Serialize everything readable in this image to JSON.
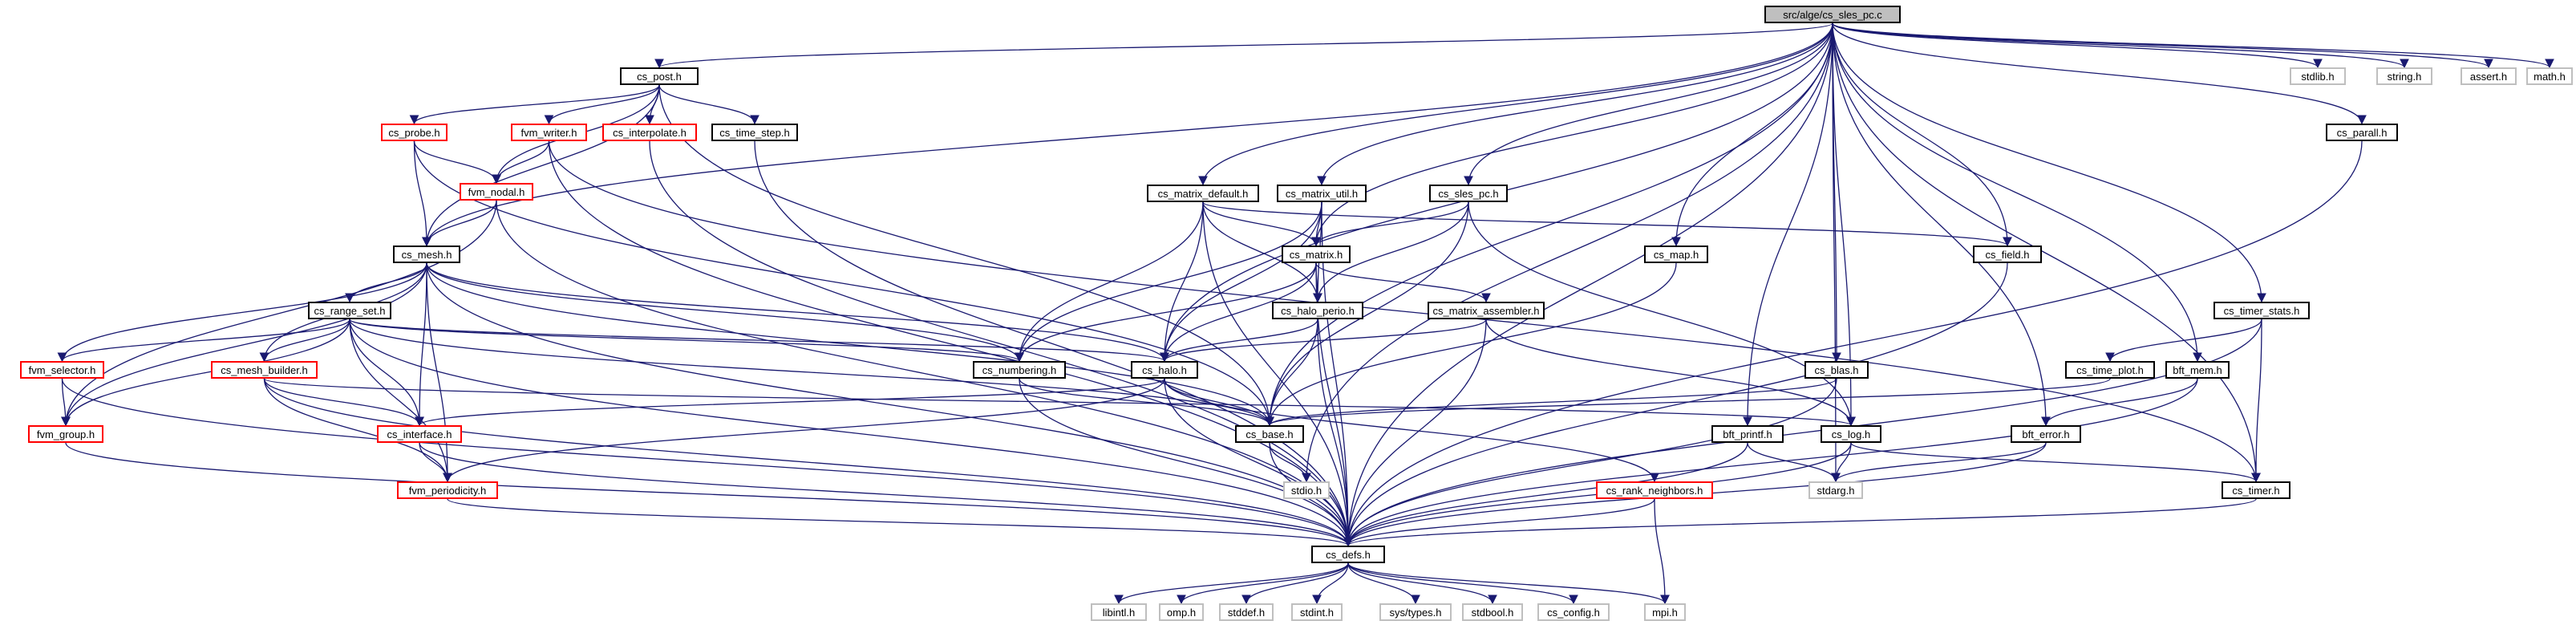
{
  "graph": {
    "root": "src/alge/cs_sles_pc.c",
    "edge_color": "#191970",
    "nodes": [
      {
        "id": "root",
        "label": "src/alge/cs_sles_pc.c",
        "style": "root"
      },
      {
        "id": "cs_post",
        "label": "cs_post.h",
        "style": "normal"
      },
      {
        "id": "cs_probe",
        "label": "cs_probe.h",
        "style": "red"
      },
      {
        "id": "fvm_writer",
        "label": "fvm_writer.h",
        "style": "red"
      },
      {
        "id": "cs_interpolate",
        "label": "cs_interpolate.h",
        "style": "red"
      },
      {
        "id": "cs_time_step",
        "label": "cs_time_step.h",
        "style": "normal"
      },
      {
        "id": "fvm_nodal",
        "label": "fvm_nodal.h",
        "style": "red"
      },
      {
        "id": "cs_mesh",
        "label": "cs_mesh.h",
        "style": "normal"
      },
      {
        "id": "cs_range_set",
        "label": "cs_range_set.h",
        "style": "normal"
      },
      {
        "id": "fvm_selector",
        "label": "fvm_selector.h",
        "style": "red"
      },
      {
        "id": "cs_mesh_builder",
        "label": "cs_mesh_builder.h",
        "style": "red"
      },
      {
        "id": "fvm_group",
        "label": "fvm_group.h",
        "style": "red"
      },
      {
        "id": "cs_interface",
        "label": "cs_interface.h",
        "style": "red"
      },
      {
        "id": "fvm_periodicity",
        "label": "fvm_periodicity.h",
        "style": "red"
      },
      {
        "id": "cs_numbering",
        "label": "cs_numbering.h",
        "style": "normal"
      },
      {
        "id": "cs_halo",
        "label": "cs_halo.h",
        "style": "normal"
      },
      {
        "id": "cs_base",
        "label": "cs_base.h",
        "style": "normal"
      },
      {
        "id": "cs_matrix_default",
        "label": "cs_matrix_default.h",
        "style": "normal"
      },
      {
        "id": "cs_matrix_util",
        "label": "cs_matrix_util.h",
        "style": "normal"
      },
      {
        "id": "cs_sles_pc_h",
        "label": "cs_sles_pc.h",
        "style": "normal"
      },
      {
        "id": "cs_matrix",
        "label": "cs_matrix.h",
        "style": "normal"
      },
      {
        "id": "cs_halo_perio",
        "label": "cs_halo_perio.h",
        "style": "normal"
      },
      {
        "id": "cs_matrix_assembler",
        "label": "cs_matrix_assembler.h",
        "style": "normal"
      },
      {
        "id": "cs_map",
        "label": "cs_map.h",
        "style": "normal"
      },
      {
        "id": "cs_field",
        "label": "cs_field.h",
        "style": "normal"
      },
      {
        "id": "cs_blas",
        "label": "cs_blas.h",
        "style": "normal"
      },
      {
        "id": "bft_printf",
        "label": "bft_printf.h",
        "style": "normal"
      },
      {
        "id": "cs_log",
        "label": "cs_log.h",
        "style": "normal"
      },
      {
        "id": "cs_rank_neighbors",
        "label": "cs_rank_neighbors.h",
        "style": "red"
      },
      {
        "id": "cs_time_plot",
        "label": "cs_time_plot.h",
        "style": "normal"
      },
      {
        "id": "bft_mem",
        "label": "bft_mem.h",
        "style": "normal"
      },
      {
        "id": "bft_error",
        "label": "bft_error.h",
        "style": "normal"
      },
      {
        "id": "cs_timer_stats",
        "label": "cs_timer_stats.h",
        "style": "normal"
      },
      {
        "id": "cs_parall",
        "label": "cs_parall.h",
        "style": "normal"
      },
      {
        "id": "cs_timer",
        "label": "cs_timer.h",
        "style": "normal"
      },
      {
        "id": "stdio",
        "label": "stdio.h",
        "style": "sys"
      },
      {
        "id": "stdarg",
        "label": "stdarg.h",
        "style": "sys"
      },
      {
        "id": "cs_defs",
        "label": "cs_defs.h",
        "style": "normal"
      },
      {
        "id": "stdlib",
        "label": "stdlib.h",
        "style": "sys"
      },
      {
        "id": "string",
        "label": "string.h",
        "style": "sys"
      },
      {
        "id": "assert",
        "label": "assert.h",
        "style": "sys"
      },
      {
        "id": "math",
        "label": "math.h",
        "style": "sys"
      },
      {
        "id": "libintl",
        "label": "libintl.h",
        "style": "sys"
      },
      {
        "id": "omp",
        "label": "omp.h",
        "style": "sys"
      },
      {
        "id": "stddef",
        "label": "stddef.h",
        "style": "sys"
      },
      {
        "id": "stdint",
        "label": "stdint.h",
        "style": "sys"
      },
      {
        "id": "sys_types",
        "label": "sys/types.h",
        "style": "sys"
      },
      {
        "id": "stdbool",
        "label": "stdbool.h",
        "style": "sys"
      },
      {
        "id": "cs_config",
        "label": "cs_config.h",
        "style": "sys"
      },
      {
        "id": "mpi",
        "label": "mpi.h",
        "style": "sys"
      }
    ],
    "edges": [
      [
        "root",
        "cs_post"
      ],
      [
        "root",
        "cs_mesh"
      ],
      [
        "root",
        "cs_halo"
      ],
      [
        "root",
        "cs_base"
      ],
      [
        "root",
        "cs_defs"
      ],
      [
        "root",
        "cs_matrix_default"
      ],
      [
        "root",
        "cs_matrix_util"
      ],
      [
        "root",
        "cs_sles_pc_h"
      ],
      [
        "root",
        "cs_matrix"
      ],
      [
        "root",
        "cs_map"
      ],
      [
        "root",
        "stdio"
      ],
      [
        "root",
        "cs_blas"
      ],
      [
        "root",
        "bft_printf"
      ],
      [
        "root",
        "cs_log"
      ],
      [
        "root",
        "stdarg"
      ],
      [
        "root",
        "cs_field"
      ],
      [
        "root",
        "bft_error"
      ],
      [
        "root",
        "bft_mem"
      ],
      [
        "root",
        "cs_timer_stats"
      ],
      [
        "root",
        "cs_timer"
      ],
      [
        "root",
        "cs_parall"
      ],
      [
        "root",
        "stdlib"
      ],
      [
        "root",
        "string"
      ],
      [
        "root",
        "assert"
      ],
      [
        "root",
        "math"
      ],
      [
        "cs_post",
        "cs_probe"
      ],
      [
        "cs_post",
        "fvm_writer"
      ],
      [
        "cs_post",
        "cs_interpolate"
      ],
      [
        "cs_post",
        "cs_time_step"
      ],
      [
        "cs_post",
        "fvm_nodal"
      ],
      [
        "cs_post",
        "cs_mesh"
      ],
      [
        "cs_post",
        "cs_base"
      ],
      [
        "cs_probe",
        "fvm_nodal"
      ],
      [
        "cs_probe",
        "cs_mesh"
      ],
      [
        "cs_probe",
        "cs_base"
      ],
      [
        "fvm_writer",
        "fvm_nodal"
      ],
      [
        "fvm_writer",
        "cs_defs"
      ],
      [
        "fvm_writer",
        "cs_timer"
      ],
      [
        "cs_interpolate",
        "cs_defs"
      ],
      [
        "cs_time_step",
        "cs_defs"
      ],
      [
        "fvm_nodal",
        "cs_mesh"
      ],
      [
        "fvm_nodal",
        "fvm_group"
      ],
      [
        "fvm_nodal",
        "cs_defs"
      ],
      [
        "cs_mesh",
        "cs_range_set"
      ],
      [
        "cs_mesh",
        "fvm_selector"
      ],
      [
        "cs_mesh",
        "cs_mesh_builder"
      ],
      [
        "cs_mesh",
        "fvm_group"
      ],
      [
        "cs_mesh",
        "cs_interface"
      ],
      [
        "cs_mesh",
        "fvm_periodicity"
      ],
      [
        "cs_mesh",
        "cs_numbering"
      ],
      [
        "cs_mesh",
        "cs_halo"
      ],
      [
        "cs_mesh",
        "cs_base"
      ],
      [
        "cs_mesh",
        "cs_defs"
      ],
      [
        "cs_range_set",
        "fvm_selector"
      ],
      [
        "cs_range_set",
        "cs_mesh_builder"
      ],
      [
        "cs_range_set",
        "fvm_group"
      ],
      [
        "cs_range_set",
        "cs_interface"
      ],
      [
        "cs_range_set",
        "fvm_periodicity"
      ],
      [
        "cs_range_set",
        "cs_numbering"
      ],
      [
        "cs_range_set",
        "cs_halo"
      ],
      [
        "cs_range_set",
        "cs_base"
      ],
      [
        "cs_range_set",
        "cs_defs"
      ],
      [
        "fvm_selector",
        "fvm_group"
      ],
      [
        "fvm_selector",
        "cs_defs"
      ],
      [
        "cs_mesh_builder",
        "cs_interface"
      ],
      [
        "cs_mesh_builder",
        "fvm_periodicity"
      ],
      [
        "cs_mesh_builder",
        "cs_defs"
      ],
      [
        "cs_mesh_builder",
        "cs_log"
      ],
      [
        "fvm_group",
        "cs_defs"
      ],
      [
        "cs_interface",
        "fvm_periodicity"
      ],
      [
        "cs_interface",
        "cs_defs"
      ],
      [
        "fvm_periodicity",
        "cs_defs"
      ],
      [
        "cs_numbering",
        "cs_base"
      ],
      [
        "cs_numbering",
        "cs_defs"
      ],
      [
        "cs_halo",
        "cs_base"
      ],
      [
        "cs_halo",
        "cs_interface"
      ],
      [
        "cs_halo",
        "fvm_periodicity"
      ],
      [
        "cs_halo",
        "cs_rank_neighbors"
      ],
      [
        "cs_halo",
        "cs_defs"
      ],
      [
        "cs_base",
        "stdio"
      ],
      [
        "cs_base",
        "cs_defs"
      ],
      [
        "cs_matrix_default",
        "cs_matrix"
      ],
      [
        "cs_matrix_default",
        "cs_halo"
      ],
      [
        "cs_matrix_default",
        "cs_numbering"
      ],
      [
        "cs_matrix_default",
        "cs_halo_perio"
      ],
      [
        "cs_matrix_default",
        "cs_field"
      ],
      [
        "cs_matrix_default",
        "cs_defs"
      ],
      [
        "cs_matrix_util",
        "cs_matrix"
      ],
      [
        "cs_matrix_util",
        "cs_halo"
      ],
      [
        "cs_matrix_util",
        "cs_numbering"
      ],
      [
        "cs_matrix_util",
        "cs_halo_perio"
      ],
      [
        "cs_matrix_util",
        "cs_defs"
      ],
      [
        "cs_sles_pc_h",
        "cs_matrix"
      ],
      [
        "cs_sles_pc_h",
        "cs_halo_perio"
      ],
      [
        "cs_sles_pc_h",
        "cs_base"
      ],
      [
        "cs_sles_pc_h",
        "cs_log"
      ],
      [
        "cs_matrix",
        "cs_halo"
      ],
      [
        "cs_matrix",
        "cs_numbering"
      ],
      [
        "cs_matrix",
        "cs_halo_perio"
      ],
      [
        "cs_matrix",
        "cs_matrix_assembler"
      ],
      [
        "cs_matrix",
        "cs_defs"
      ],
      [
        "cs_halo_perio",
        "cs_halo"
      ],
      [
        "cs_halo_perio",
        "cs_base"
      ],
      [
        "cs_halo_perio",
        "cs_defs"
      ],
      [
        "cs_matrix_assembler",
        "cs_halo"
      ],
      [
        "cs_matrix_assembler",
        "cs_log"
      ],
      [
        "cs_matrix_assembler",
        "cs_defs"
      ],
      [
        "cs_map",
        "cs_base"
      ],
      [
        "cs_field",
        "cs_defs"
      ],
      [
        "cs_blas",
        "cs_base"
      ],
      [
        "cs_blas",
        "cs_defs"
      ],
      [
        "bft_printf",
        "stdarg"
      ],
      [
        "bft_printf",
        "cs_defs"
      ],
      [
        "cs_log",
        "stdarg"
      ],
      [
        "cs_log",
        "cs_timer"
      ],
      [
        "cs_log",
        "cs_defs"
      ],
      [
        "cs_rank_neighbors",
        "cs_defs"
      ],
      [
        "cs_rank_neighbors",
        "mpi"
      ],
      [
        "cs_time_plot",
        "cs_base"
      ],
      [
        "bft_mem",
        "bft_error"
      ],
      [
        "bft_mem",
        "cs_defs"
      ],
      [
        "bft_error",
        "stdarg"
      ],
      [
        "bft_error",
        "cs_defs"
      ],
      [
        "cs_timer_stats",
        "cs_time_plot"
      ],
      [
        "cs_timer_stats",
        "cs_timer"
      ],
      [
        "cs_timer_stats",
        "cs_defs"
      ],
      [
        "cs_parall",
        "cs_defs"
      ],
      [
        "cs_timer",
        "cs_defs"
      ],
      [
        "cs_defs",
        "libintl"
      ],
      [
        "cs_defs",
        "omp"
      ],
      [
        "cs_defs",
        "stddef"
      ],
      [
        "cs_defs",
        "stdint"
      ],
      [
        "cs_defs",
        "sys_types"
      ],
      [
        "cs_defs",
        "stdbool"
      ],
      [
        "cs_defs",
        "cs_config"
      ],
      [
        "cs_defs",
        "mpi"
      ]
    ]
  }
}
